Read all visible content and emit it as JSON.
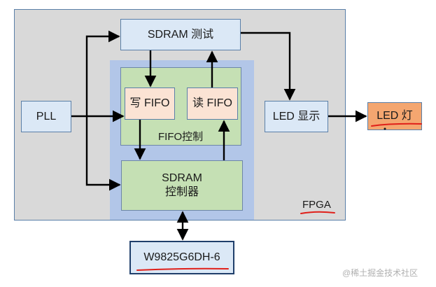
{
  "blocks": {
    "fpga": "FPGA",
    "sdram_test": "SDRAM 测试",
    "pll": "PLL",
    "write_fifo": "写 FIFO",
    "read_fifo": "读 FIFO",
    "fifo_control": "FIFO控制",
    "sdram_controller_line1": "SDRAM",
    "sdram_controller_line2": "控制器",
    "led_display": "LED 显示",
    "led_light": "LED 灯",
    "chip": "W9825G6DH-6"
  },
  "watermark": "@稀土掘金技术社区",
  "colors": {
    "fpga_bg": "#d9d9d9",
    "controller_region": "#b2c6e8",
    "green_block": "#c5e0b4",
    "blue_block": "#dbe8f6",
    "led_light": "#f4a670",
    "underline": "#e0201a"
  }
}
